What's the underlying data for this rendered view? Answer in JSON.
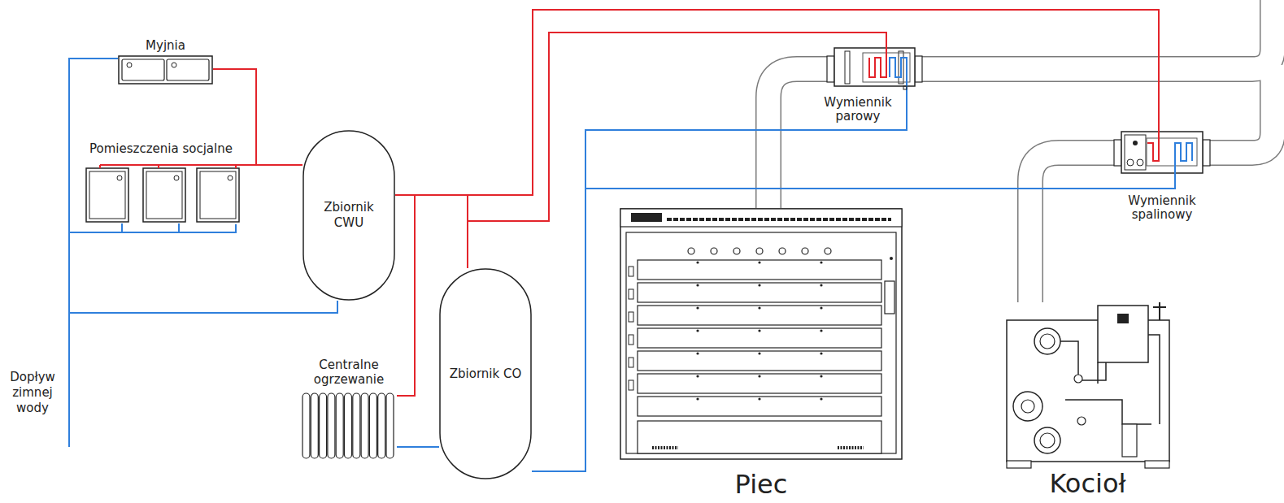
{
  "diagram": {
    "nodes": [
      {
        "text": [
          "Myjnia"
        ]
      },
      {
        "text": [
          "Pomieszczenia socjalne"
        ]
      },
      {
        "text": [
          "Zbiornik CWU"
        ]
      },
      {
        "text": [
          "Centralne ogrzewanie"
        ]
      },
      {
        "text": [
          "Zbiornik CO"
        ]
      },
      {
        "text": [
          "Wymiennik parowy"
        ]
      },
      {
        "text": [
          "Wymiennik spalinowy"
        ]
      },
      {
        "text": [
          "Piec"
        ]
      },
      {
        "text": [
          "Kocioł"
        ]
      }
    ],
    "edges": [
      {
        "from": 7,
        "to": 5,
        "arrow": "none"
      },
      {
        "from": 8,
        "to": 6,
        "arrow": "none"
      },
      {
        "from": 2,
        "to": 0,
        "arrow": "none"
      },
      {
        "from": 2,
        "to": 1,
        "arrow": "none"
      },
      {
        "from": 2,
        "to": 3,
        "arrow": "none"
      },
      {
        "from": 2,
        "to": 4,
        "arrow": "none"
      },
      {
        "from": 2,
        "to": 5,
        "arrow": "none"
      },
      {
        "from": 2,
        "to": 6,
        "arrow": "none"
      },
      {
        "from": 0,
        "to": 2,
        "arrow": "none"
      },
      {
        "from": 1,
        "to": 2,
        "arrow": "none"
      },
      {
        "from": 3,
        "to": 4,
        "arrow": "none"
      },
      {
        "from": 4,
        "to": 5,
        "arrow": "none"
      },
      {
        "from": 4,
        "to": 6,
        "arrow": "none"
      }
    ],
    "labels": [
      "Dopływ zimnej wody"
    ]
  }
}
